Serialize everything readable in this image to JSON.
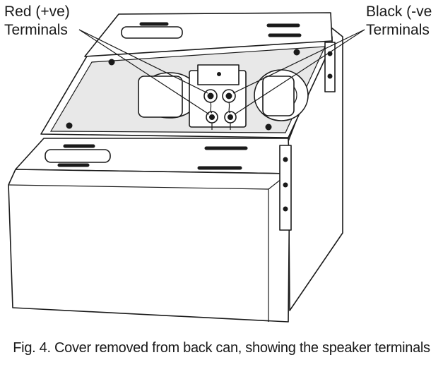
{
  "labels": {
    "red_line1": "Red (+ve)",
    "red_line2": "Terminals",
    "black_line1": "Black (-ve",
    "black_line2": "Terminals"
  },
  "caption": "Fig. 4. Cover removed from back can, showing the speaker terminals"
}
